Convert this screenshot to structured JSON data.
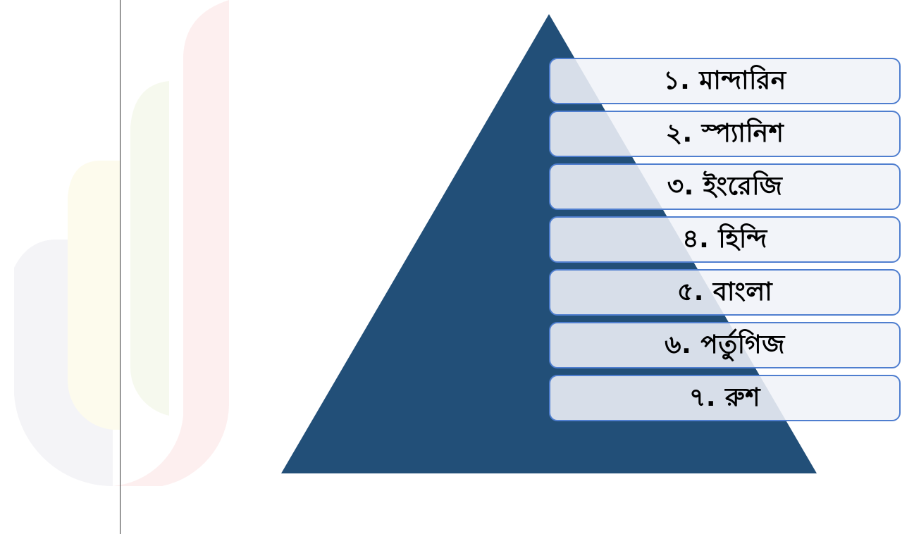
{
  "diagram": {
    "type": "pyramid-list",
    "colors": {
      "pyramid_fill": "#224f78",
      "item_border": "#4f7ecf",
      "item_fill": "#eef1f6",
      "text": "#000000",
      "divider": "#3a3a3a"
    },
    "items": [
      {
        "label": "১. মান্দারিন"
      },
      {
        "label": "২. স্প্যানিশ"
      },
      {
        "label": "৩. ইংরেজি"
      },
      {
        "label": "৪. হিন্দি"
      },
      {
        "label": "৫. বাংলা"
      },
      {
        "label": "৬. পর্তুগিজ"
      },
      {
        "label": "৭. রুশ"
      }
    ]
  },
  "background": {
    "watermark_icon": "faded-logo-watermark",
    "watermark_colors": [
      "#fdeeee",
      "#fdfbe9",
      "#f6f9ee",
      "#f3f3f6"
    ]
  }
}
